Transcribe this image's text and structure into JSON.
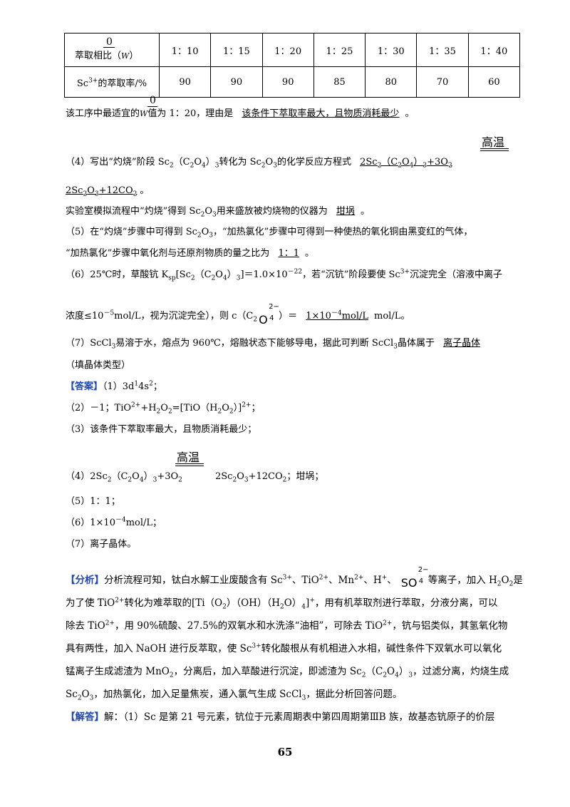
{
  "table": {
    "header_label": "萃取相比（",
    "header_frac_top": "0",
    "header_frac_var": "W",
    "header_close": "）",
    "ratios": [
      "1：10",
      "1：15",
      "1：20",
      "1：25",
      "1：30",
      "1：35",
      "1：40"
    ],
    "row_label_pre": "Sc",
    "row_label_sup": "3+",
    "row_label_post": "的萃取率/%",
    "rates": [
      "90",
      "90",
      "90",
      "85",
      "80",
      "70",
      "60"
    ]
  },
  "q3": {
    "frac_top": "0",
    "frac_var": "W",
    "pre": "该工序中最适宜的",
    "mid": "值为 1：20，理由是",
    "answer": "该条件下萃取率最大，且物质消耗最少",
    "end": "。"
  },
  "gaowen": "高温",
  "q4": {
    "line1_pre": "（4）写出“灼烧”阶段 Sc",
    "line1_mid": "转化为 Sc",
    "line1_mid2": "的化学反应方程式",
    "eq_left": "2Sc",
    "eq_left2": "+3O",
    "line2": "2Sc",
    "line2b": "+12CO",
    "line2_end": "。",
    "lab_pre": "实验室模拟流程中“灼烧”得到 Sc",
    "lab_mid": "用来盛放被灼烧物的仪器为",
    "lab_answer": "坩埚",
    "lab_end": "。"
  },
  "q5": {
    "line1": "（5）在“灼烧”步骤中可得到 Sc",
    "line1b": "，“加热氯化”步骤中可得到一种使热的氧化铜由黑变红的气体，",
    "line2_pre": "“加热氯化”步骤中氧化剂与还原剂物质的量之比为",
    "line2_answer": "1：1",
    "line2_end": "。"
  },
  "q6": {
    "line1_pre": "（6）25℃时，草酸钪 K",
    "ksp_sub": "sp",
    "line1_mid": "[Sc",
    "line1_val": "]＝1.0×10",
    "line1_exp": "－22",
    "line1_post": "，若“沉钪”阶段要使 Sc",
    "line1_post2": "沉淀完全（溶液中离子",
    "line2_pre": "浓度≤10",
    "line2_exp": "－5",
    "line2_mid": "mol/L，视为沉淀完全），则 c（C",
    "line2_ox": "O",
    "line2_charge": "2−",
    "line2_four": "4",
    "line2_eq": "）＝",
    "line2_answer": "1×10",
    "line2_answer_exp": "－4",
    "line2_answer_unit": "mol/L",
    "line2_tail": "mol/L。"
  },
  "q7": {
    "line1": "（7）ScCl",
    "line1b": "易溶于水，熔点为 960℃，熔融状态下能够导电，据此可判断 ScCl",
    "line1c": "晶体属于",
    "line1_answer": "离子晶体",
    "line2": "（填晶体类型）"
  },
  "answer": {
    "label": "【答案】",
    "a1": "（1）3d",
    "a1_sup1": "1",
    "a1_mid": "4s",
    "a1_sup2": "2",
    "a1_end": "；",
    "a2": "（2）－1；TiO",
    "a2_b": "+H",
    "a2_c": "O",
    "a2_d": "=[TiO（H",
    "a2_e": "O",
    "a2_f": "）]",
    "a2_end": "；",
    "a3": "（3）该条件下萃取率最大，且物质消耗最少；",
    "a4_pre": "（4）2Sc",
    "a4_mid": "+3O",
    "a4_right": "2Sc",
    "a4_right2": "+12CO",
    "a4_end": "；坩埚；",
    "a5": "（5）1：1；",
    "a6": "（6）1×10",
    "a6_exp": "－4",
    "a6_end": "mol/L；",
    "a7": "（7）离子晶体。"
  },
  "analysis": {
    "label": "【分析】",
    "l1_pre": "分析流程可知，钛白水解工业废酸含有 Sc",
    "l1_b": "、TiO",
    "l1_c": "、Mn",
    "l1_d": "、H",
    "l1_e": "、",
    "l1_f": "等离子，加入 H",
    "l1_g": "O",
    "l1_h": "是",
    "so4_main": "SO",
    "so4_charge": "2−",
    "so4_sub": "4",
    "l2": "为了使 TiO",
    "l2b": "转化为难萃取的[Ti（O",
    "l2c": "）（OH）（H",
    "l2d": "O）",
    "l2e": "]",
    "l2f": "，用有机萃取剂进行萃取，分液分离，可以",
    "l3": "除去 TiO",
    "l3b": "，用 90%硫酸、27.5%的双氧水和水洗涤“油相”，可除去 TiO",
    "l3c": "，钪与铝类似，其氢氧化物",
    "l4": "具有两性，加入 NaOH 进行反萃取，使 Sc",
    "l4b": "转化酸根从有机相进入水相，碱性条件下双氧水可以氧化",
    "l5": "锰离子生成滤渣为 MnO",
    "l5b": "，分离后，加入草酸进行沉淀，即滤渣为 Sc",
    "l5c": "，过滤分离，灼烧生成",
    "l6": "Sc",
    "l6b": "，加热氯化，加入足量焦炭，通入氯气生成 ScCl",
    "l6c": "，据此分析回答问题。"
  },
  "solution": {
    "label": "【解答】",
    "text": "解：（1）Sc 是第 21 号元素，钪位于元素周期表中第四周期第ⅢB 族，故基态钪原子的价层"
  },
  "page_number": "65"
}
